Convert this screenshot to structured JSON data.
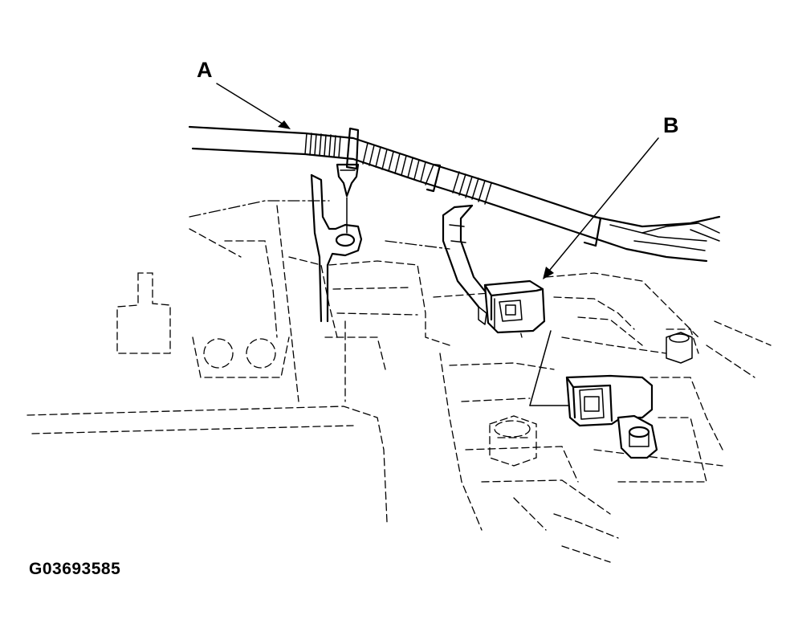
{
  "callouts": {
    "a": "A",
    "b": "B"
  },
  "figure_id": "G03693585",
  "colors": {
    "ink": "#000000",
    "background": "#ffffff"
  }
}
